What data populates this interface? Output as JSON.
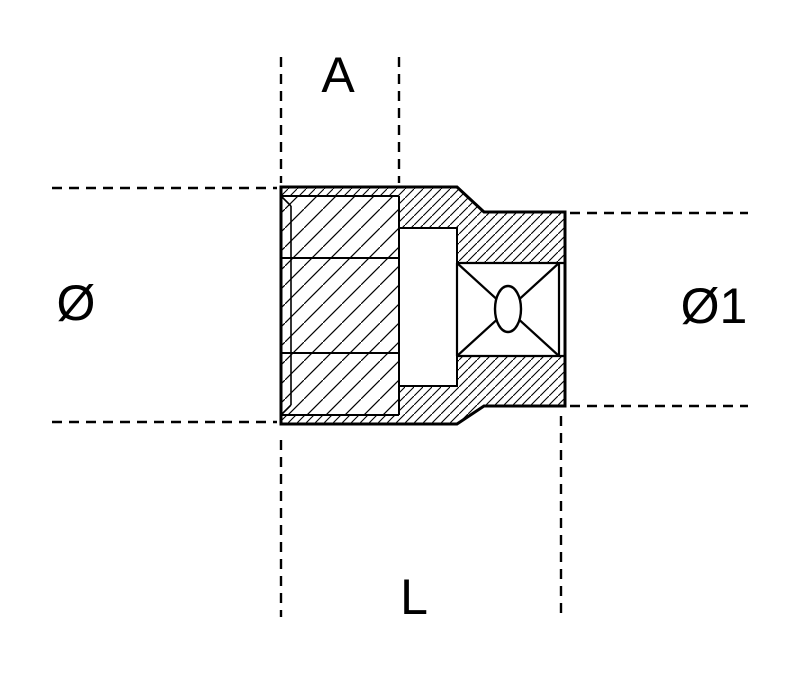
{
  "diagram": {
    "description": "Technical cross-section drawing of a hexagon socket with square drive",
    "labels": {
      "top": "A",
      "left": "Ø",
      "right": "Ø1",
      "bottom": "L"
    },
    "colors": {
      "line": "#000000",
      "background": "#ffffff"
    }
  }
}
